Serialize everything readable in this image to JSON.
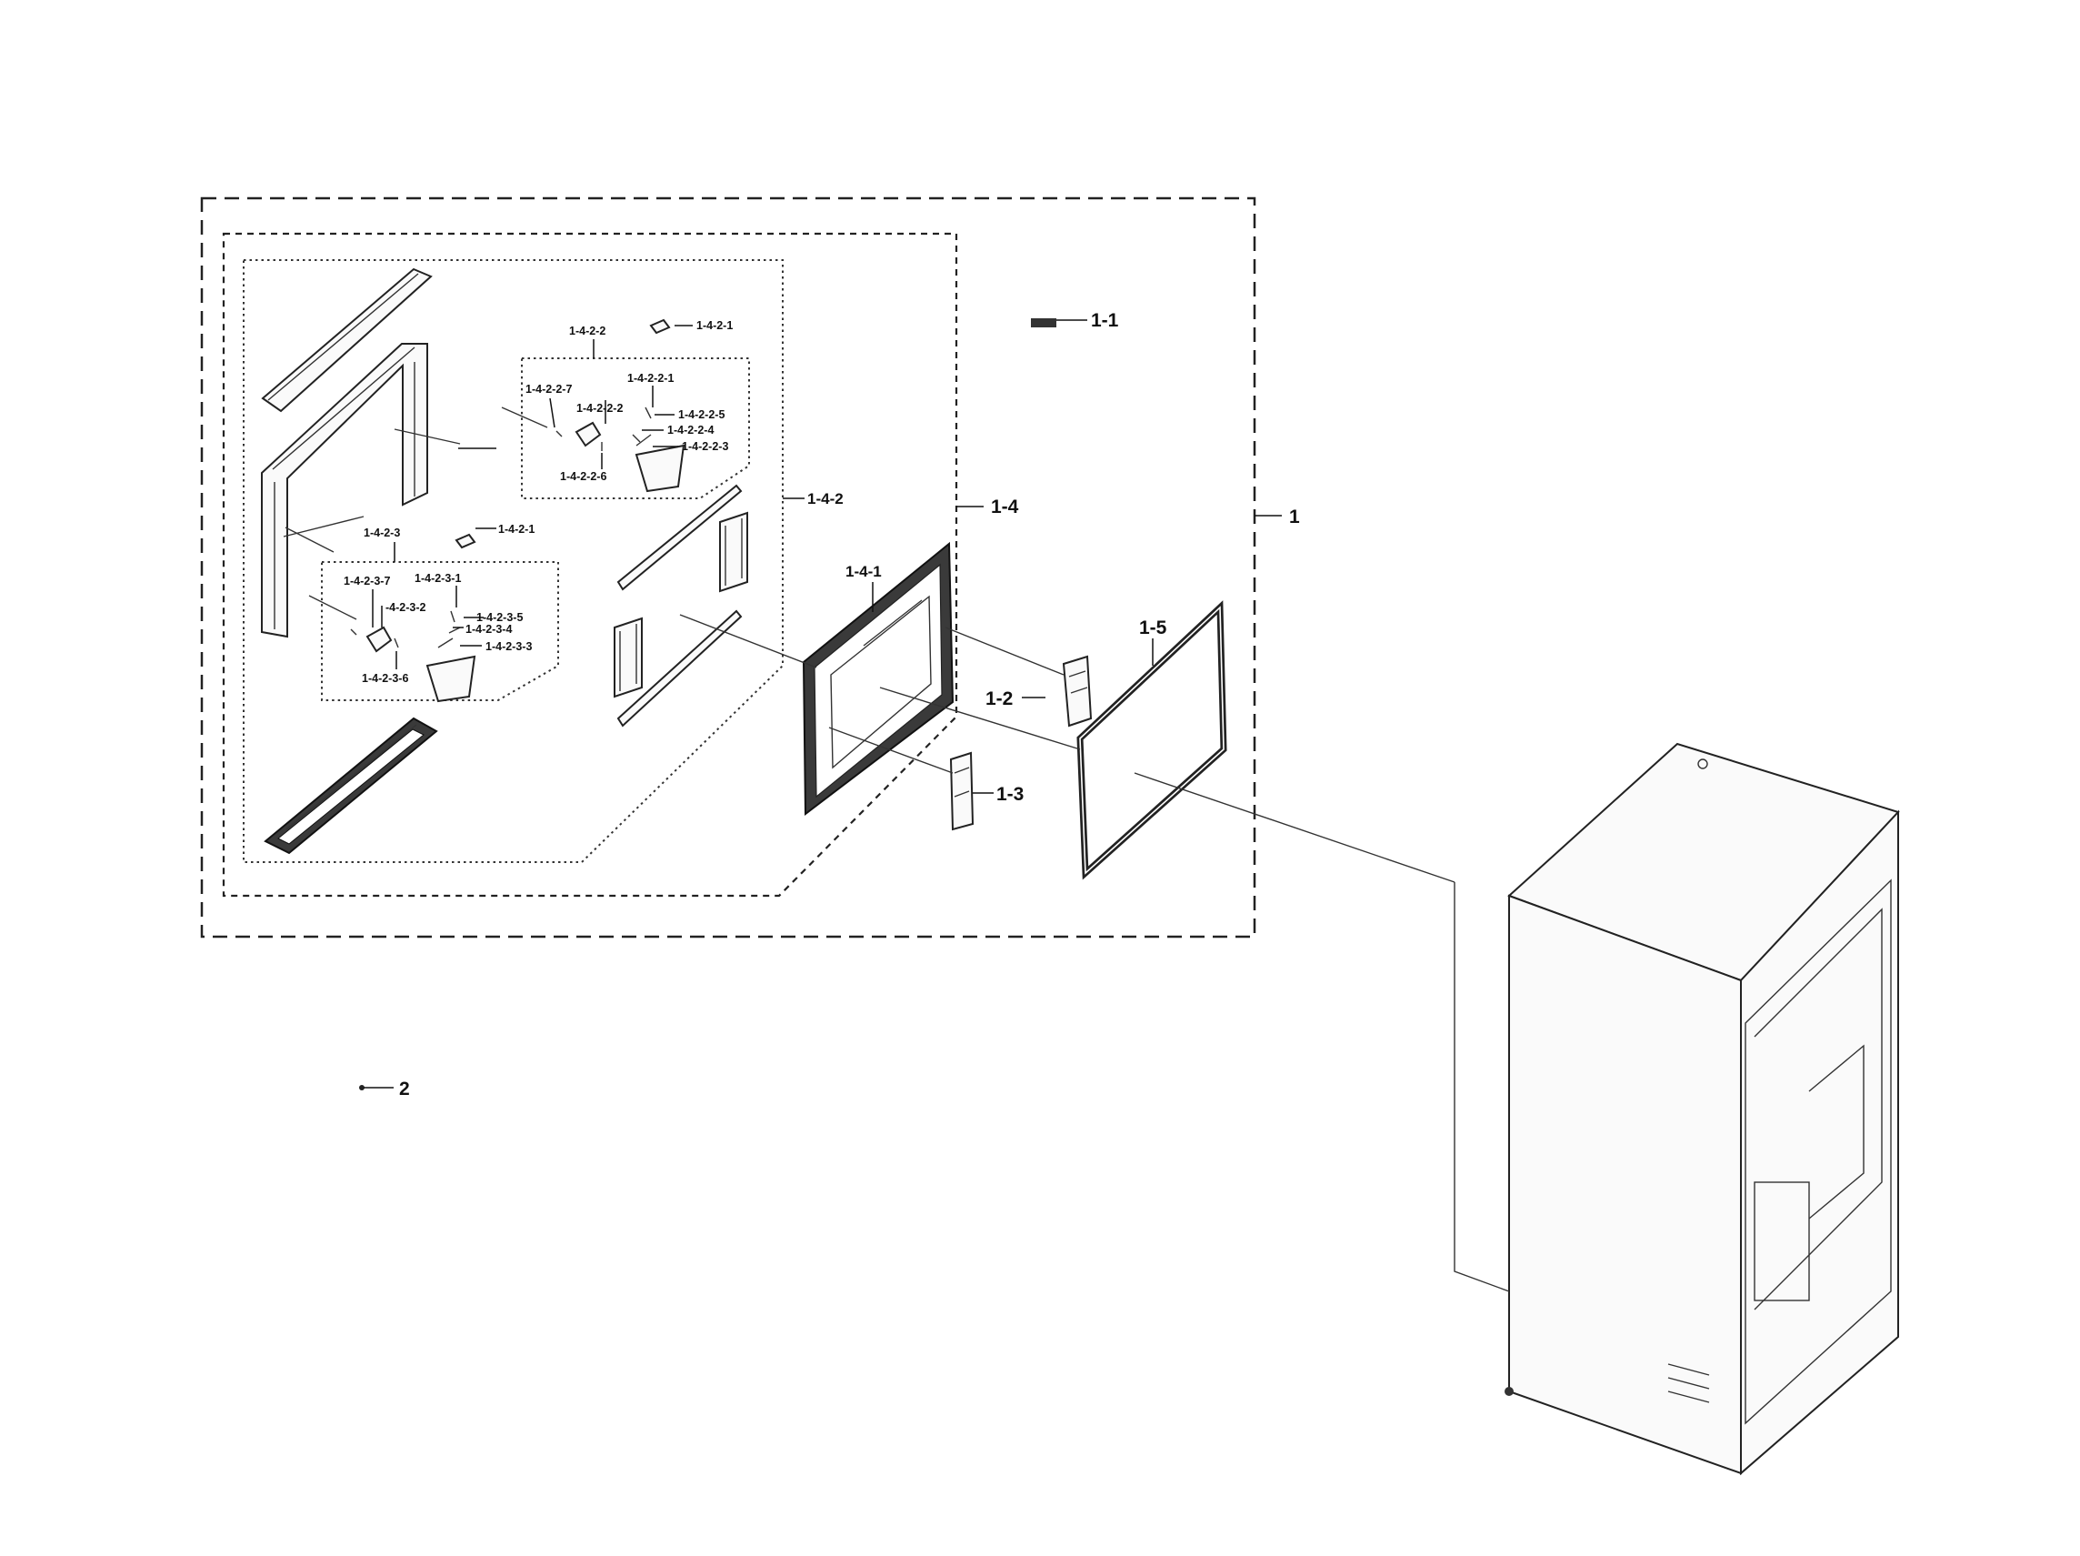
{
  "labels": {
    "l1": "1",
    "l1_1": "1-1",
    "l1_2": "1-2",
    "l1_3": "1-3",
    "l1_4": "1-4",
    "l1_4_1": "1-4-1",
    "l1_4_2": "1-4-2",
    "l1_5": "1-5",
    "l2": "2",
    "l1_4_2_1_top": "1-4-2-1",
    "l1_4_2_2": "1-4-2-2",
    "l1_4_2_2_1": "1-4-2-2-1",
    "l1_4_2_2_2": "1-4-2-2-2",
    "l1_4_2_2_3": "1-4-2-2-3",
    "l1_4_2_2_4": "1-4-2-2-4",
    "l1_4_2_2_5": "1-4-2-2-5",
    "l1_4_2_2_6": "1-4-2-2-6",
    "l1_4_2_2_7": "1-4-2-2-7",
    "l1_4_2_1_low": "1-4-2-1",
    "l1_4_2_3": "1-4-2-3",
    "l1_4_2_3_1": "1-4-2-3-1",
    "l1_4_2_3_2": "-4-2-3-2",
    "l1_4_2_3_3": "1-4-2-3-3",
    "l1_4_2_3_4": "1-4-2-3-4",
    "l1_4_2_3_5": "1-4-2-3-5",
    "l1_4_2_3_6": "1-4-2-3-6",
    "l1_4_2_3_7": "1-4-2-3-7"
  },
  "icons": {
    "refrigerator": "refrigerator-cabinet-icon",
    "door_panel": "door-panel-icon",
    "gasket": "door-gasket-icon",
    "handle": "door-handle-icon",
    "hinge": "hinge-bracket-icon"
  }
}
